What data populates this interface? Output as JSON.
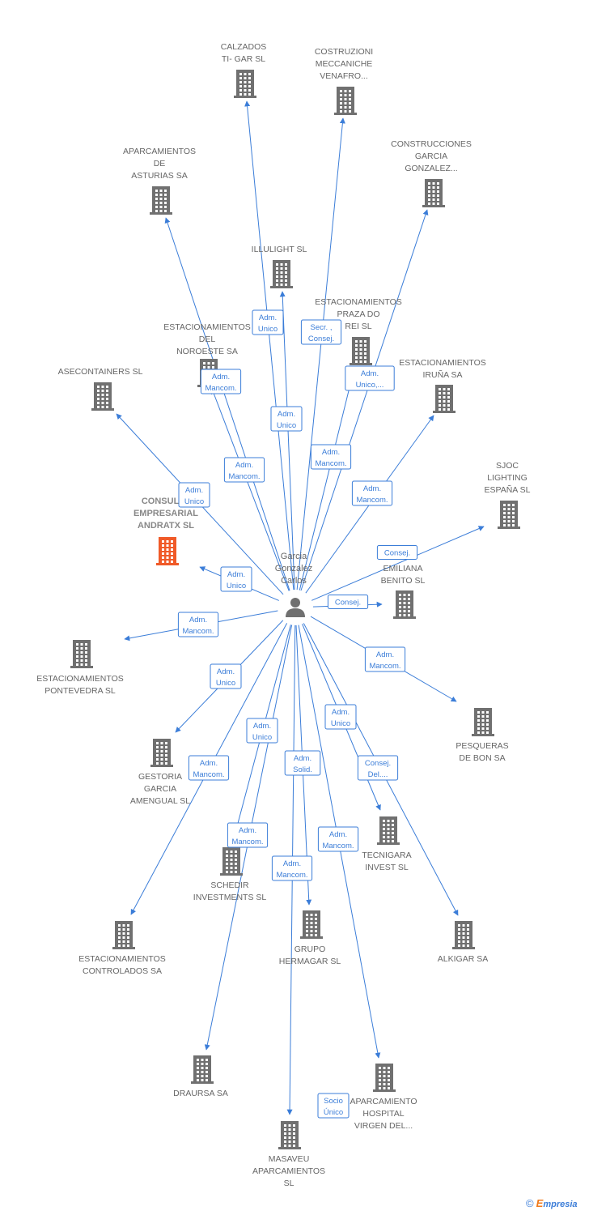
{
  "center": {
    "label_lines": [
      "Garcia",
      "Gonzalez",
      "Carlos"
    ],
    "icon": "person-icon"
  },
  "nodes": [
    {
      "id": "calzados",
      "lines": [
        "CALZADOS",
        "TI- GAR SL"
      ],
      "icon": "building-icon"
    },
    {
      "id": "costruzioni",
      "lines": [
        "COSTRUZIONI",
        "MECCANICHE",
        "VENAFRO..."
      ],
      "icon": "building-icon"
    },
    {
      "id": "construcciones-garcia",
      "lines": [
        "CONSTRUCCIONES",
        "GARCIA",
        "GONZALEZ..."
      ],
      "icon": "building-icon"
    },
    {
      "id": "aparcamientos-asturias",
      "lines": [
        "APARCAMIENTOS",
        "DE",
        "ASTURIAS SA"
      ],
      "icon": "building-icon"
    },
    {
      "id": "illulight",
      "lines": [
        "ILLULIGHT SL"
      ],
      "icon": "building-icon"
    },
    {
      "id": "estacionamientos-praza",
      "lines": [
        "ESTACIONAMIENTOS",
        "PRAZA DO",
        "REI SL"
      ],
      "icon": "building-icon"
    },
    {
      "id": "estacionamientos-noroeste",
      "lines": [
        "ESTACIONAMIENTOS",
        "DEL",
        "NOROESTE SA"
      ],
      "icon": "building-icon"
    },
    {
      "id": "asecontainers",
      "lines": [
        "ASECONTAINERS SL"
      ],
      "icon": "building-icon"
    },
    {
      "id": "estacionamientos-iruna",
      "lines": [
        "ESTACIONAMIENTOS",
        "IRUÑA SA"
      ],
      "icon": "building-icon"
    },
    {
      "id": "sjoc",
      "lines": [
        "SJOC",
        "LIGHTING",
        "ESPAÑA SL"
      ],
      "icon": "building-icon"
    },
    {
      "id": "consultoria",
      "lines": [
        "CONSULT...",
        "EMPRESARIAL",
        "ANDRATX SL"
      ],
      "icon": "building-icon",
      "highlight": true
    },
    {
      "id": "emiliana",
      "lines": [
        "EMILIANA",
        "BENITO SL"
      ],
      "icon": "building-icon"
    },
    {
      "id": "estacionamientos-pontevedra",
      "lines": [
        "ESTACIONAMIENTOS",
        "PONTEVEDRA SL"
      ],
      "icon": "building-icon"
    },
    {
      "id": "pesqueras",
      "lines": [
        "PESQUERAS",
        "DE BON SA"
      ],
      "icon": "building-icon"
    },
    {
      "id": "gestoria",
      "lines": [
        "GESTORIA",
        "GARCIA",
        "AMENGUAL SL"
      ],
      "icon": "building-icon"
    },
    {
      "id": "tecnigara",
      "lines": [
        "TECNIGARA",
        "INVEST SL"
      ],
      "icon": "building-icon"
    },
    {
      "id": "schedir",
      "lines": [
        "SCHEDIR",
        "INVESTMENTS SL"
      ],
      "icon": "building-icon"
    },
    {
      "id": "estacionamientos-controlados",
      "lines": [
        "ESTACIONAMIENTOS",
        "CONTROLADOS SA"
      ],
      "icon": "building-icon"
    },
    {
      "id": "grupo-hermagar",
      "lines": [
        "GRUPO",
        "HERMAGAR SL"
      ],
      "icon": "building-icon"
    },
    {
      "id": "alkigar",
      "lines": [
        "ALKIGAR SA"
      ],
      "icon": "building-icon"
    },
    {
      "id": "draursa",
      "lines": [
        "DRAURSA SA"
      ],
      "icon": "building-icon"
    },
    {
      "id": "aparcamiento-hospital",
      "lines": [
        "APARCAMIENTO",
        "HOSPITAL",
        "VIRGEN DEL..."
      ],
      "icon": "building-icon"
    },
    {
      "id": "masaveu",
      "lines": [
        "MASAVEU",
        "APARCAMIENTOS",
        "SL"
      ],
      "icon": "building-icon"
    }
  ],
  "relations": [
    {
      "target": "calzados",
      "lines": [
        "Adm.",
        "Unico"
      ]
    },
    {
      "target": "costruzioni",
      "lines": [
        "Secr. ,",
        "Consej."
      ]
    },
    {
      "target": "construcciones-garcia",
      "lines": [
        "Adm.",
        "Unico,..."
      ]
    },
    {
      "target": "aparcamientos-asturias",
      "lines": [
        "Adm.",
        "Mancom."
      ]
    },
    {
      "target": "illulight",
      "lines": [
        "Adm.",
        "Unico"
      ]
    },
    {
      "target": "estacionamientos-praza",
      "lines": [
        "Adm.",
        "Mancom."
      ]
    },
    {
      "target": "estacionamientos-noroeste",
      "lines": [
        "Adm.",
        "Mancom."
      ]
    },
    {
      "target": "asecontainers",
      "lines": [
        "Adm.",
        "Unico"
      ]
    },
    {
      "target": "estacionamientos-iruna",
      "lines": [
        "Adm.",
        "Mancom."
      ]
    },
    {
      "target": "sjoc",
      "lines": [
        "Consej."
      ]
    },
    {
      "target": "consultoria",
      "lines": [
        "Adm.",
        "Unico"
      ]
    },
    {
      "target": "emiliana",
      "lines": [
        "Consej."
      ]
    },
    {
      "target": "estacionamientos-pontevedra",
      "lines": [
        "Adm.",
        "Mancom."
      ]
    },
    {
      "target": "pesqueras",
      "lines": [
        "Adm.",
        "Mancom."
      ]
    },
    {
      "target": "gestoria",
      "lines": [
        "Adm.",
        "Unico"
      ]
    },
    {
      "target": "tecnigara",
      "lines": [
        "Adm.",
        "Unico"
      ]
    },
    {
      "target": "alkigar",
      "lines": [
        "Consej.",
        "Del...."
      ]
    },
    {
      "target": "estacionamientos-controlados",
      "lines": [
        "Adm.",
        "Mancom."
      ]
    },
    {
      "target": "draursa",
      "lines": [
        "Adm.",
        "Unico"
      ]
    },
    {
      "target": "grupo-hermagar",
      "lines": [
        "Adm.",
        "Solid."
      ]
    },
    {
      "target": "schedir",
      "lines": [
        "Adm.",
        "Mancom."
      ]
    },
    {
      "target": "aparcamiento-hospital",
      "lines": [
        "Adm.",
        "Mancom."
      ]
    },
    {
      "target": "masaveu",
      "lines": [
        "Adm.",
        "Mancom."
      ]
    },
    {
      "target": "masaveu",
      "lines": [
        "Socio",
        "Único"
      ]
    }
  ],
  "colors": {
    "edge": "#3b7dd8",
    "building": "#707070",
    "highlight": "#f05a28",
    "person": "#707070"
  },
  "footer": {
    "copyright": "©",
    "brand_initial": "E",
    "brand_rest": "mpresia"
  }
}
